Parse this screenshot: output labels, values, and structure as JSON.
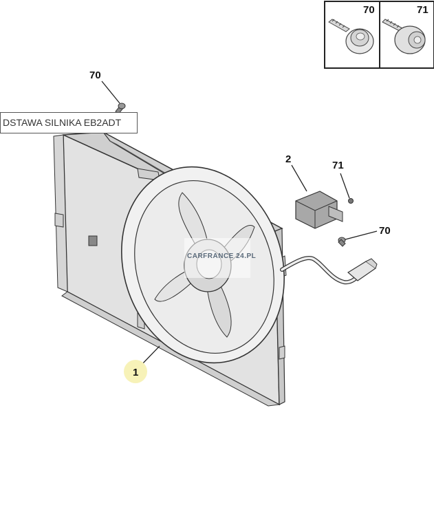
{
  "caption": "DSTAWA SILNIKA EB2ADT",
  "watermark": "CARFRANCE 24.PL",
  "callouts": {
    "fan_assembly": "1",
    "resistor": "2",
    "screw_top": "70",
    "screw_right": "70",
    "screw_resistor": "71"
  },
  "legend": {
    "left_number": "70",
    "right_number": "71"
  },
  "colors": {
    "line": "#333333",
    "part_fill": "#e6e6e6",
    "part_shade": "#cfcfcf",
    "highlight_circle": "#f7f2b8"
  }
}
